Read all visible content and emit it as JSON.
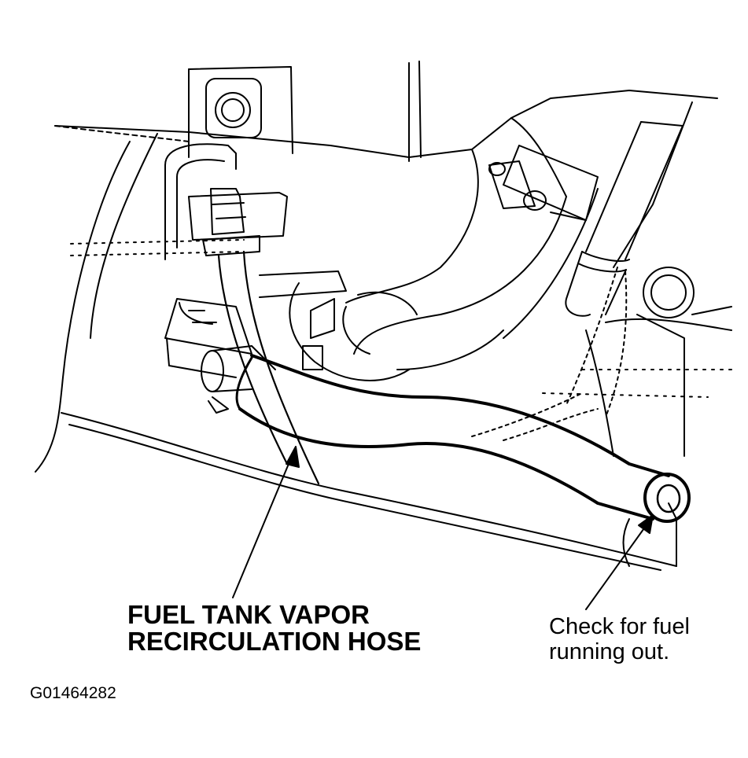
{
  "labels": {
    "hose_line1": "FUEL TANK VAPOR",
    "hose_line2": "RECIRCULATION HOSE",
    "check_line1": "Check for fuel",
    "check_line2": "running out.",
    "figure_id": "G01464282"
  },
  "colors": {
    "ink": "#000000",
    "paper": "#ffffff"
  }
}
